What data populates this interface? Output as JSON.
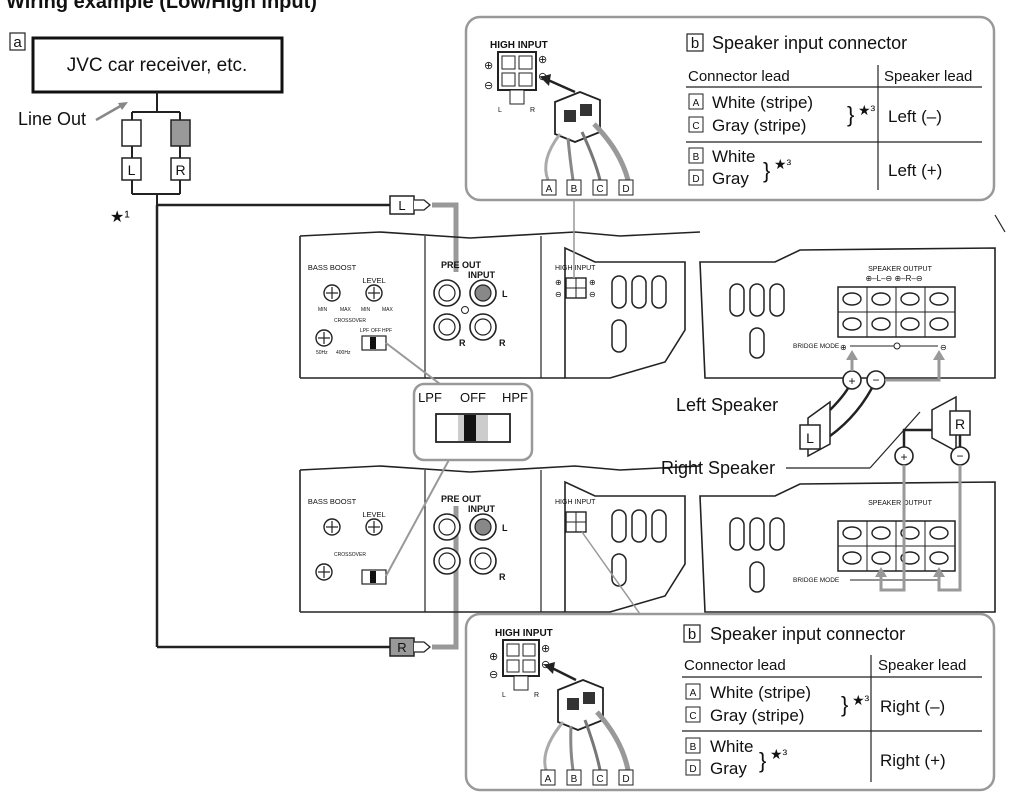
{
  "title_partial": "Wiring example (Low/High input)",
  "source": {
    "marker": "a",
    "label": "JVC car receiver, etc.",
    "line_out_label": "Line Out",
    "left_plug": "L",
    "right_plug": "R",
    "note_mark": "★¹"
  },
  "amp_top": {
    "bass_boost_label": "BASS BOOST",
    "level_label": "LEVEL",
    "min": "MIN",
    "max": "MAX",
    "crossover_label": "CROSSOVER",
    "hz50": "50Hz",
    "hz400": "400Hz",
    "lpf": "LPF",
    "off": "OFF",
    "hpf": "HPF",
    "pre_out": "PRE OUT",
    "input": "INPUT",
    "l": "L",
    "r": "R",
    "high_input": "HIGH INPUT",
    "speaker_output": "SPEAKER OUTPUT",
    "speaker_output_signs": "⊕–L–⊖  ⊕–R–⊖",
    "bridge_mode": "BRIDGE MODE"
  },
  "crossover_zoom": {
    "lpf": "LPF",
    "off": "OFF",
    "hpf": "HPF"
  },
  "speakers": {
    "left_label": "Left Speaker",
    "right_label": "Right Speaker",
    "left_mark": "L",
    "right_mark": "R"
  },
  "connector_top": {
    "marker": "b",
    "title": "Speaker input connector",
    "col1": "Connector lead",
    "col2": "Speaker lead",
    "rows": [
      {
        "key": "A",
        "lead": "White (stripe)"
      },
      {
        "key": "C",
        "lead": "Gray (stripe)"
      },
      {
        "key": "B",
        "lead": "White"
      },
      {
        "key": "D",
        "lead": "Gray"
      }
    ],
    "group1_speaker": "Left (–)",
    "group2_speaker": "Left (+)",
    "note": "★³",
    "high_input": "HIGH INPUT",
    "pins": [
      "A",
      "B",
      "C",
      "D"
    ]
  },
  "connector_bottom": {
    "marker": "b",
    "title": "Speaker input connector",
    "col1": "Connector lead",
    "col2": "Speaker lead",
    "rows": [
      {
        "key": "A",
        "lead": "White (stripe)"
      },
      {
        "key": "C",
        "lead": "Gray (stripe)"
      },
      {
        "key": "B",
        "lead": "White"
      },
      {
        "key": "D",
        "lead": "Gray"
      }
    ],
    "group1_speaker": "Right (–)",
    "group2_speaker": "Right (+)",
    "note": "★³",
    "high_input": "HIGH INPUT",
    "pins": [
      "A",
      "B",
      "C",
      "D"
    ]
  }
}
